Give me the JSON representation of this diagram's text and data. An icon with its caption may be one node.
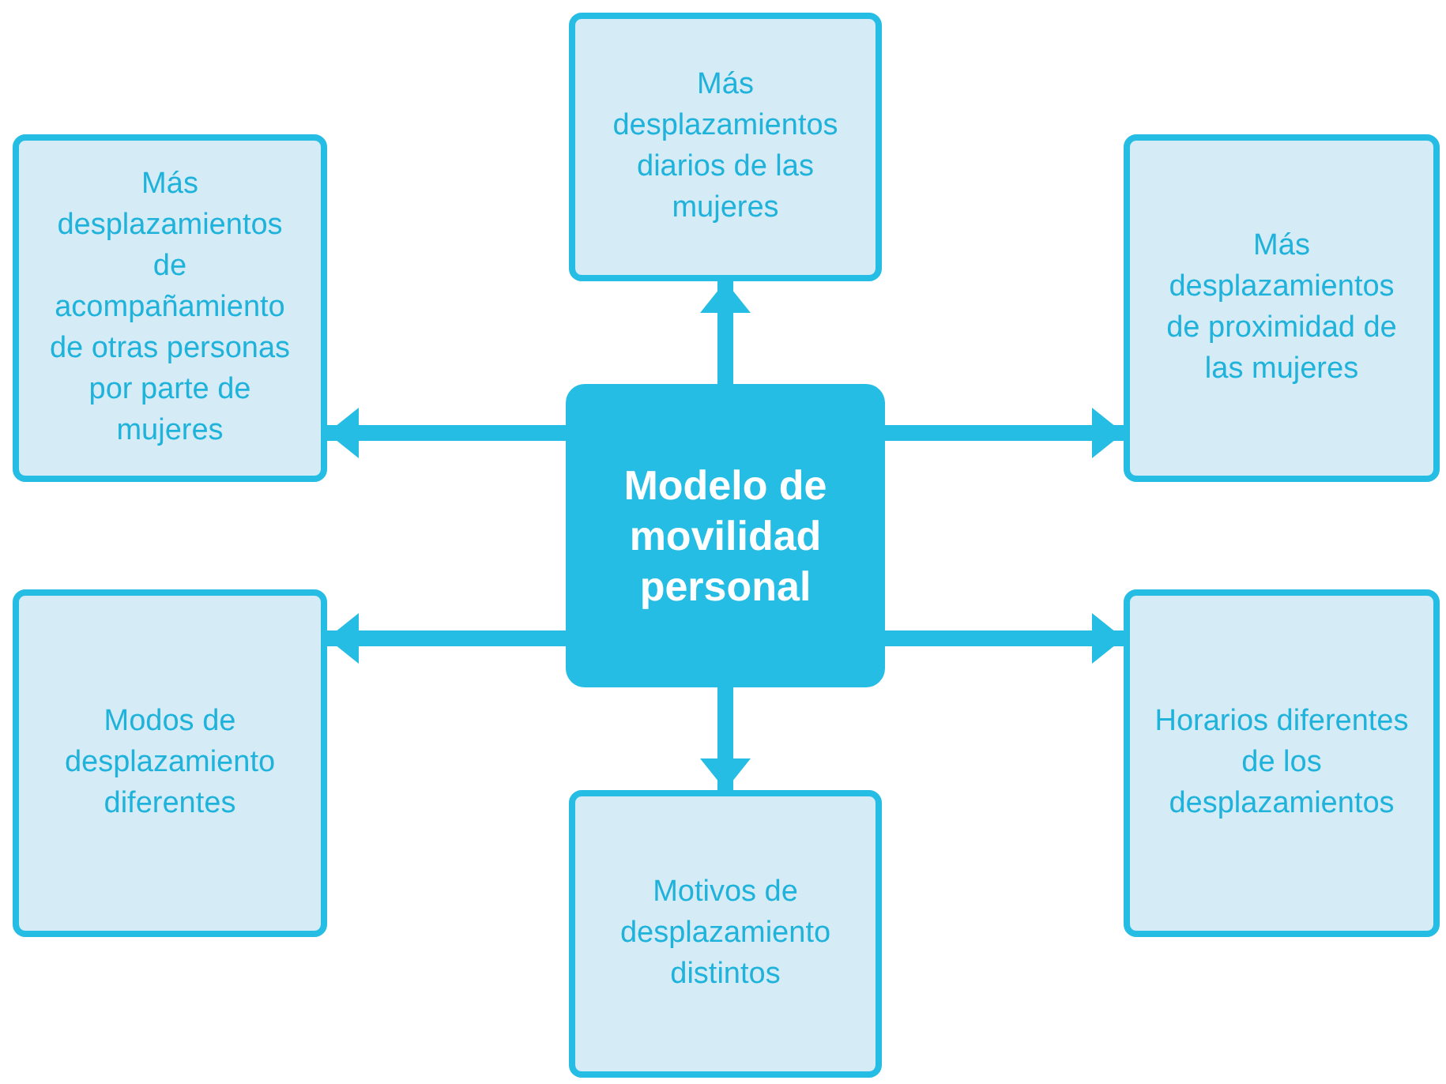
{
  "diagram": {
    "nodes": [
      {
        "text": [
          "Más desplazamientos diarios de las mujeres"
        ]
      },
      {
        "text": [
          "Más desplazamientos de acompañamiento de otras personas por parte de mujeres"
        ]
      },
      {
        "text": [
          "Más desplazamientos de proximidad de las mujeres"
        ]
      },
      {
        "text": [
          "Modelo de movilidad personal"
        ]
      },
      {
        "text": [
          "Modos de desplazamiento diferentes"
        ]
      },
      {
        "text": [
          "Horarios diferentes de los desplazamientos"
        ]
      },
      {
        "text": [
          "Motivos de desplazamiento distintos"
        ]
      }
    ],
    "edges": [
      {
        "from": 3,
        "to": 0,
        "arrow": "to"
      },
      {
        "from": 3,
        "to": 1,
        "arrow": "to"
      },
      {
        "from": 3,
        "to": 2,
        "arrow": "to"
      },
      {
        "from": 3,
        "to": 4,
        "arrow": "to"
      },
      {
        "from": 3,
        "to": 5,
        "arrow": "to"
      },
      {
        "from": 3,
        "to": 6,
        "arrow": "to"
      }
    ]
  }
}
